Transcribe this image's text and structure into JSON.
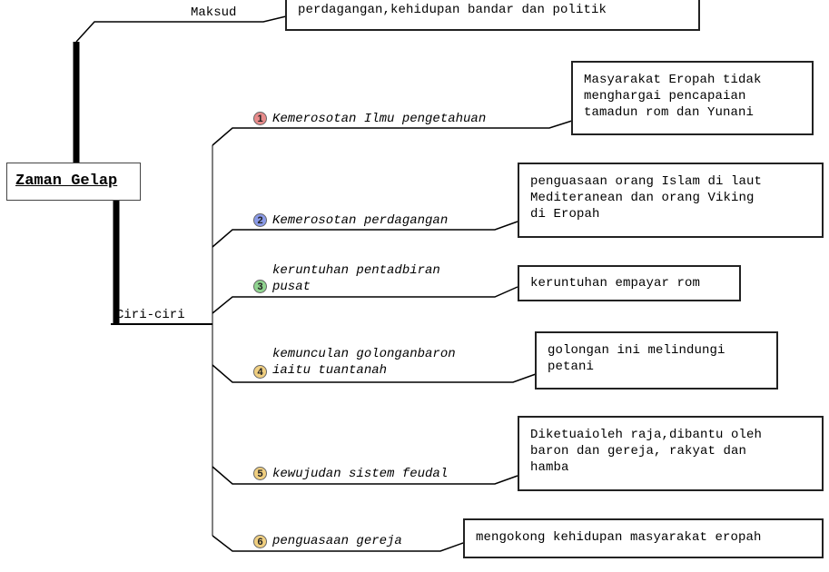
{
  "root": {
    "label": "Zaman Gelap"
  },
  "maksud": {
    "label": "Maksud",
    "text": "perdagangan,kehidupan bandar dan politik"
  },
  "ciri": {
    "label": "Ciri-ciri"
  },
  "branches": [
    {
      "number": "1",
      "color": "#e88a8a",
      "label": "Kemerosotan Ilmu pengetahuan",
      "note": "Masyarakat Eropah tidak\nmenghargai pencapaian\ntamadun rom dan Yunani"
    },
    {
      "number": "2",
      "color": "#8a9ae8",
      "label": "Kemerosotan perdagangan",
      "note": "penguasaan orang Islam di laut\nMediteranean dan orang Viking\ndi Eropah"
    },
    {
      "number": "3",
      "color": "#8fd48f",
      "label": "keruntuhan pentadbiran\npusat",
      "note": "keruntuhan empayar rom"
    },
    {
      "number": "4",
      "color": "#f0cf80",
      "label": "kemunculan golonganbaron\niaitu tuantanah",
      "note": "golongan ini melindungi\npetani"
    },
    {
      "number": "5",
      "color": "#f0cf80",
      "label": "kewujudan sistem feudal",
      "note": "Diketuaioleh raja,dibantu oleh\nbaron dan gereja, rakyat dan\nhamba"
    },
    {
      "number": "6",
      "color": "#f0cf80",
      "label": "penguasaan gereja",
      "note": "mengokong kehidupan masyarakat eropah"
    }
  ]
}
